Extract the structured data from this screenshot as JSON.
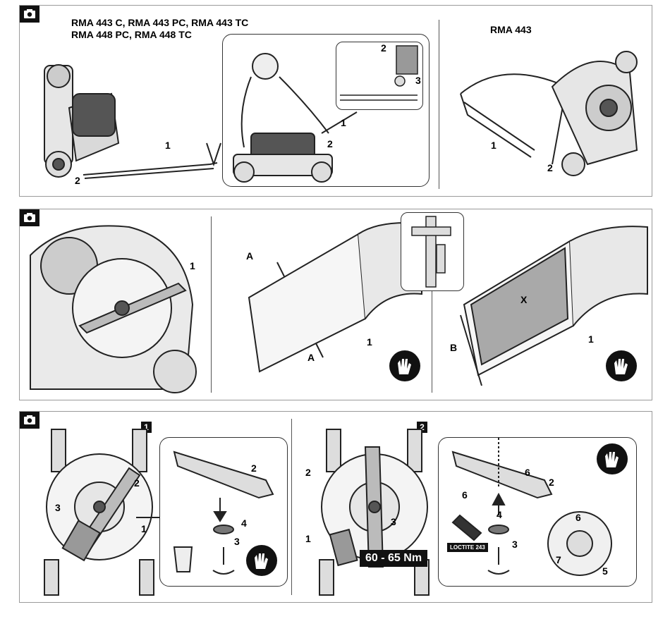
{
  "panel1": {
    "title_line1": "RMA 443 C, RMA 443 PC, RMA 443 TC",
    "title_line2": "RMA 448 PC, RMA 448 TC",
    "right_title": "RMA 443",
    "labels": {
      "n1a": "1",
      "n2a": "2",
      "n1b": "1",
      "n2b": "2",
      "n2c": "2",
      "n3c": "3",
      "n1d": "1",
      "n2d": "2"
    }
  },
  "panel2": {
    "labels": {
      "n1": "1",
      "a1": "A",
      "a2": "A",
      "n1b": "1",
      "b": "B",
      "x": "X",
      "n1c": "1"
    }
  },
  "panel3": {
    "step1": "1",
    "step2": "2",
    "torque": "60 - 65 Nm",
    "loctite": "LOCTITE 243",
    "labels": {
      "s1_2": "2",
      "s1_3": "3",
      "s1_1": "1",
      "s1_box2": "2",
      "s1_box4": "4",
      "s1_box3": "3",
      "s2_2": "2",
      "s2_1": "1",
      "s2_3": "3",
      "s2_box6a": "6",
      "s2_box6b": "6",
      "s2_box2": "2",
      "s2_box4": "4",
      "s2_box3": "3",
      "s2_c6": "6",
      "s2_c7": "7",
      "s2_c5": "5"
    }
  },
  "icons": [
    "camera-icon",
    "gloves-icon",
    "rotate-arrow-icon"
  ]
}
